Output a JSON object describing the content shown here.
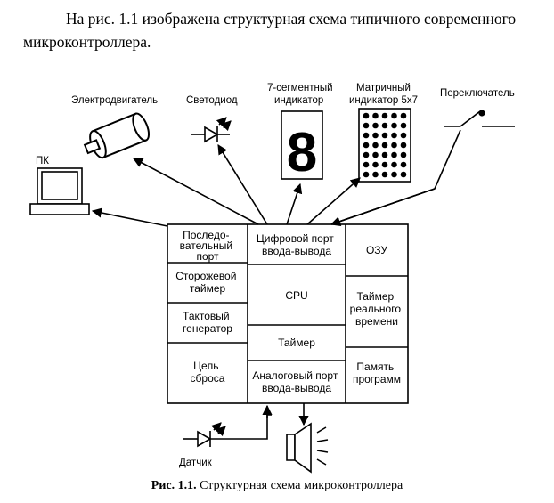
{
  "intro_text": "На рис. 1.1 изображена структурная схема типичного современного микроконтроллера.",
  "devices": {
    "motor": "Электродвигатель",
    "led": "Светодиод",
    "seg_line1": "7-сегментный",
    "seg_line2": "индикатор",
    "seg_digit": "8",
    "matrix_line1": "Матричный",
    "matrix_line2": "индикатор 5x7",
    "switch": "Переключатель",
    "pc": "ПК",
    "sensor": "Датчик"
  },
  "blocks": {
    "serial_port": [
      "Последо-",
      "вательный",
      "порт"
    ],
    "watchdog": [
      "Сторожевой",
      "таймер"
    ],
    "clock": [
      "Тактовый",
      "генератор"
    ],
    "reset": [
      "Цепь",
      "сброса"
    ],
    "digital_io": [
      "Цифровой порт",
      "ввода-вывода"
    ],
    "cpu": [
      "CPU"
    ],
    "timer": [
      "Таймер"
    ],
    "analog_io": [
      "Аналоговый порт",
      "ввода-вывода"
    ],
    "ram": [
      "ОЗУ"
    ],
    "rtc": [
      "Таймер",
      "реального",
      "времени"
    ],
    "program_memory": [
      "Память",
      "программ"
    ]
  },
  "caption": {
    "number": "Рис. 1.1.",
    "text": "Структурная схема микроконтроллера"
  }
}
